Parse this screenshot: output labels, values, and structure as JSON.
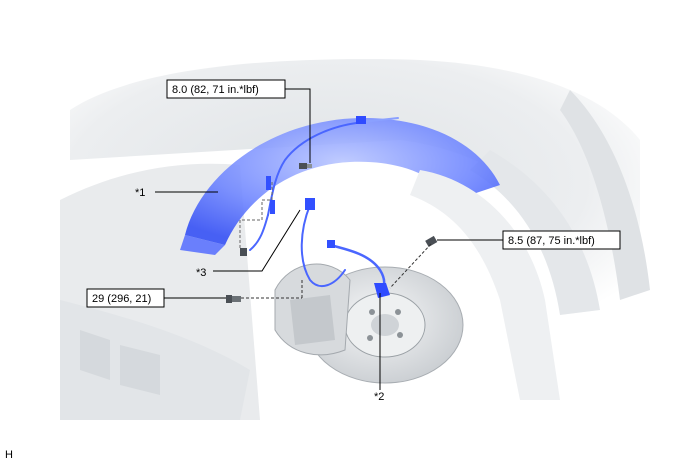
{
  "diagram": {
    "torque_specs": {
      "upper_bolt": "8.0 (82, 71 in.*lbf)",
      "right_bolt": "8.5 (87, 75 in.*lbf)",
      "lower_bolt": "29 (296, 21)"
    },
    "callouts": {
      "part1": "*1",
      "part2": "*2",
      "part3": "*3"
    },
    "figure_code": "H",
    "colors": {
      "highlight_blue": "#3a5cff",
      "body_gray": "#e6e8ea",
      "line": "#000000"
    }
  }
}
